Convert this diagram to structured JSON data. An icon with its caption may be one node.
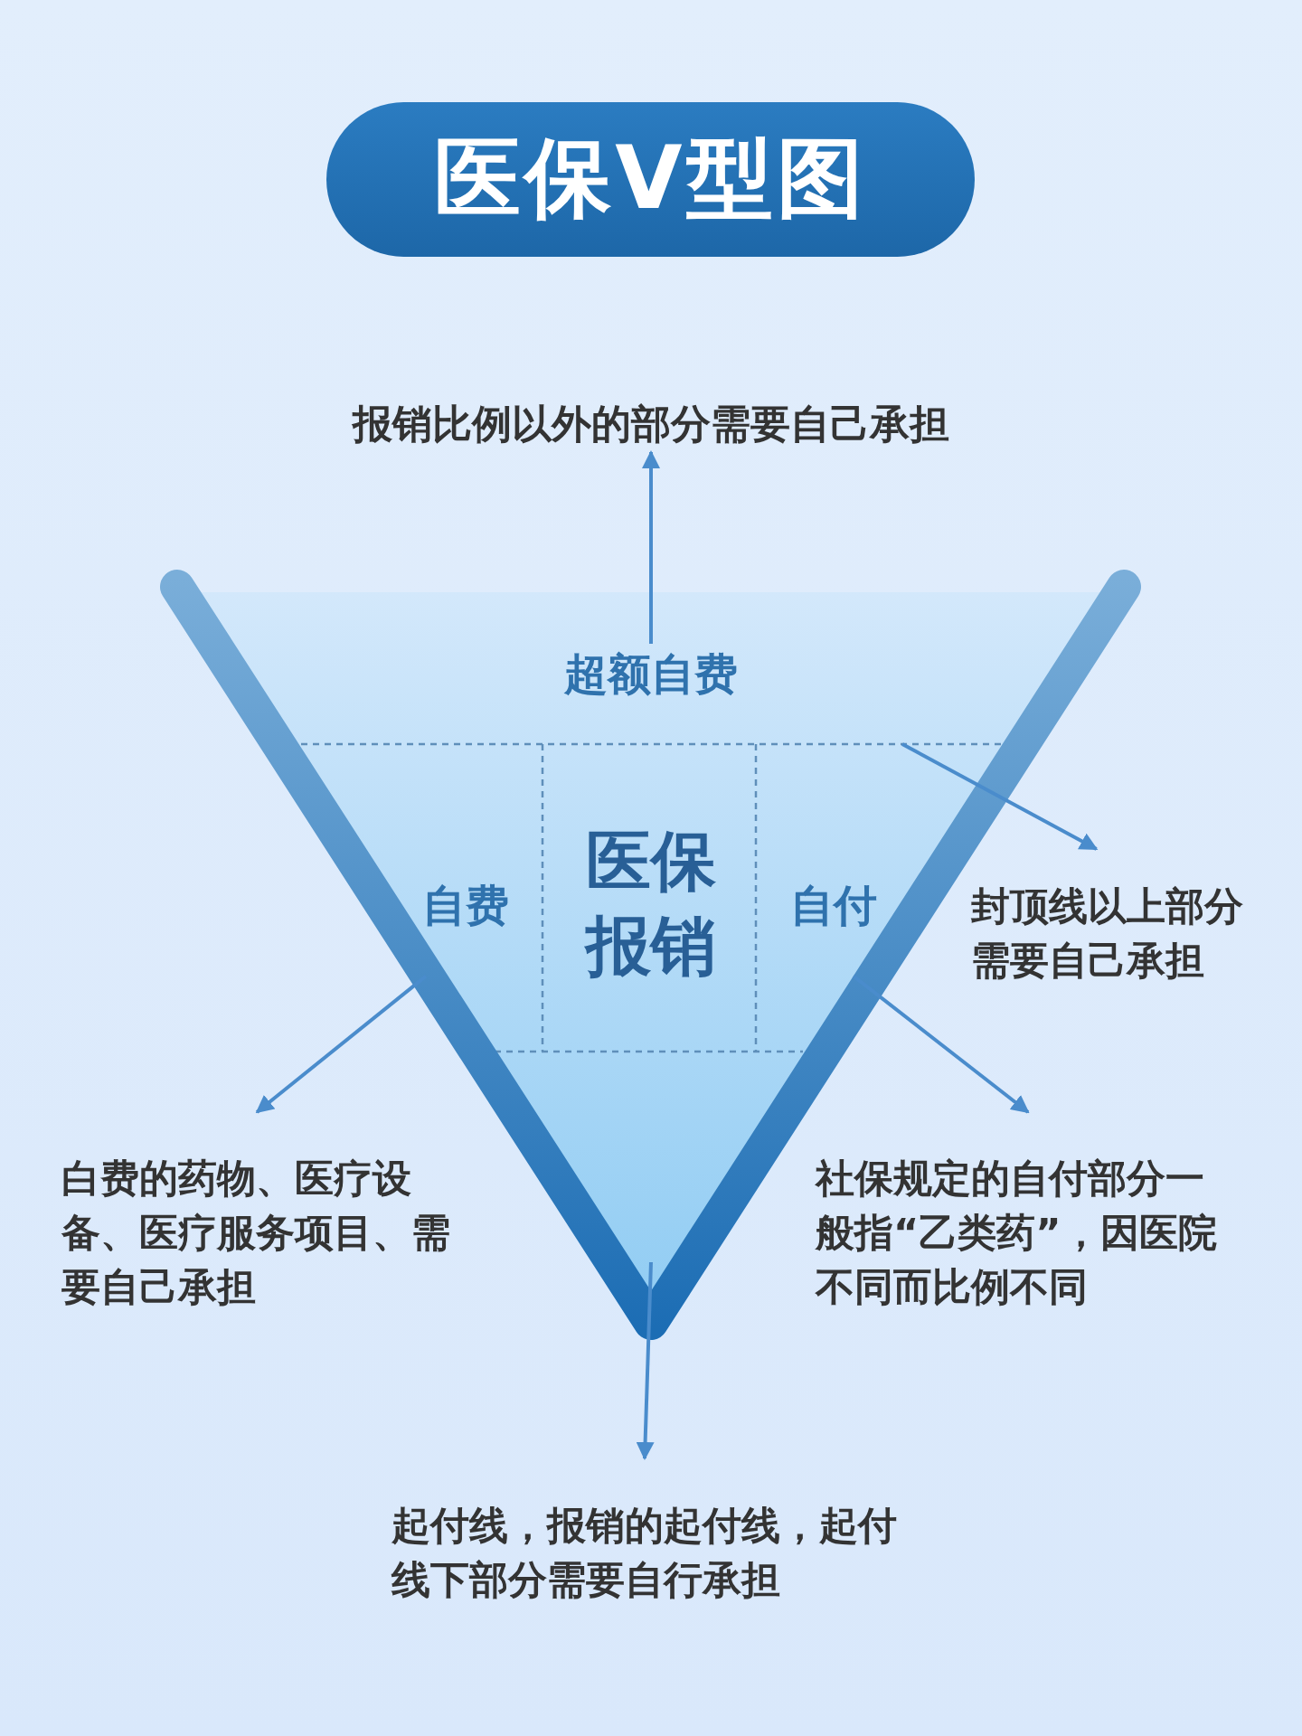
{
  "diagram": {
    "title": "医保V型图",
    "nodes": [
      {
        "text": [
          "超额自费"
        ]
      },
      {
        "text": [
          "自费"
        ]
      },
      {
        "text": [
          "医保报销"
        ]
      },
      {
        "text": [
          "自付"
        ]
      },
      {
        "text": [
          "报销比例以外的部分需要自己承担"
        ]
      },
      {
        "text": [
          "封顶线以上部分需要自己承担"
        ]
      },
      {
        "text": [
          "白费的药物、医疗设备、医疗服务项目、需要自己承担"
        ]
      },
      {
        "text": [
          "社保规定的自付部分一般指“乙类药”，因医院不同而比例不同"
        ]
      },
      {
        "text": [
          "起付线，报销的起付线，起付线下部分需要自行承担"
        ]
      }
    ],
    "edges": [
      {
        "from": 0,
        "to": 4,
        "arrow": "to"
      },
      {
        "from": null,
        "to": 5,
        "arrow": "to"
      },
      {
        "from": 1,
        "to": 6,
        "arrow": "to"
      },
      {
        "from": 3,
        "to": 7,
        "arrow": "to"
      },
      {
        "from": null,
        "to": 8,
        "arrow": "to"
      }
    ]
  }
}
